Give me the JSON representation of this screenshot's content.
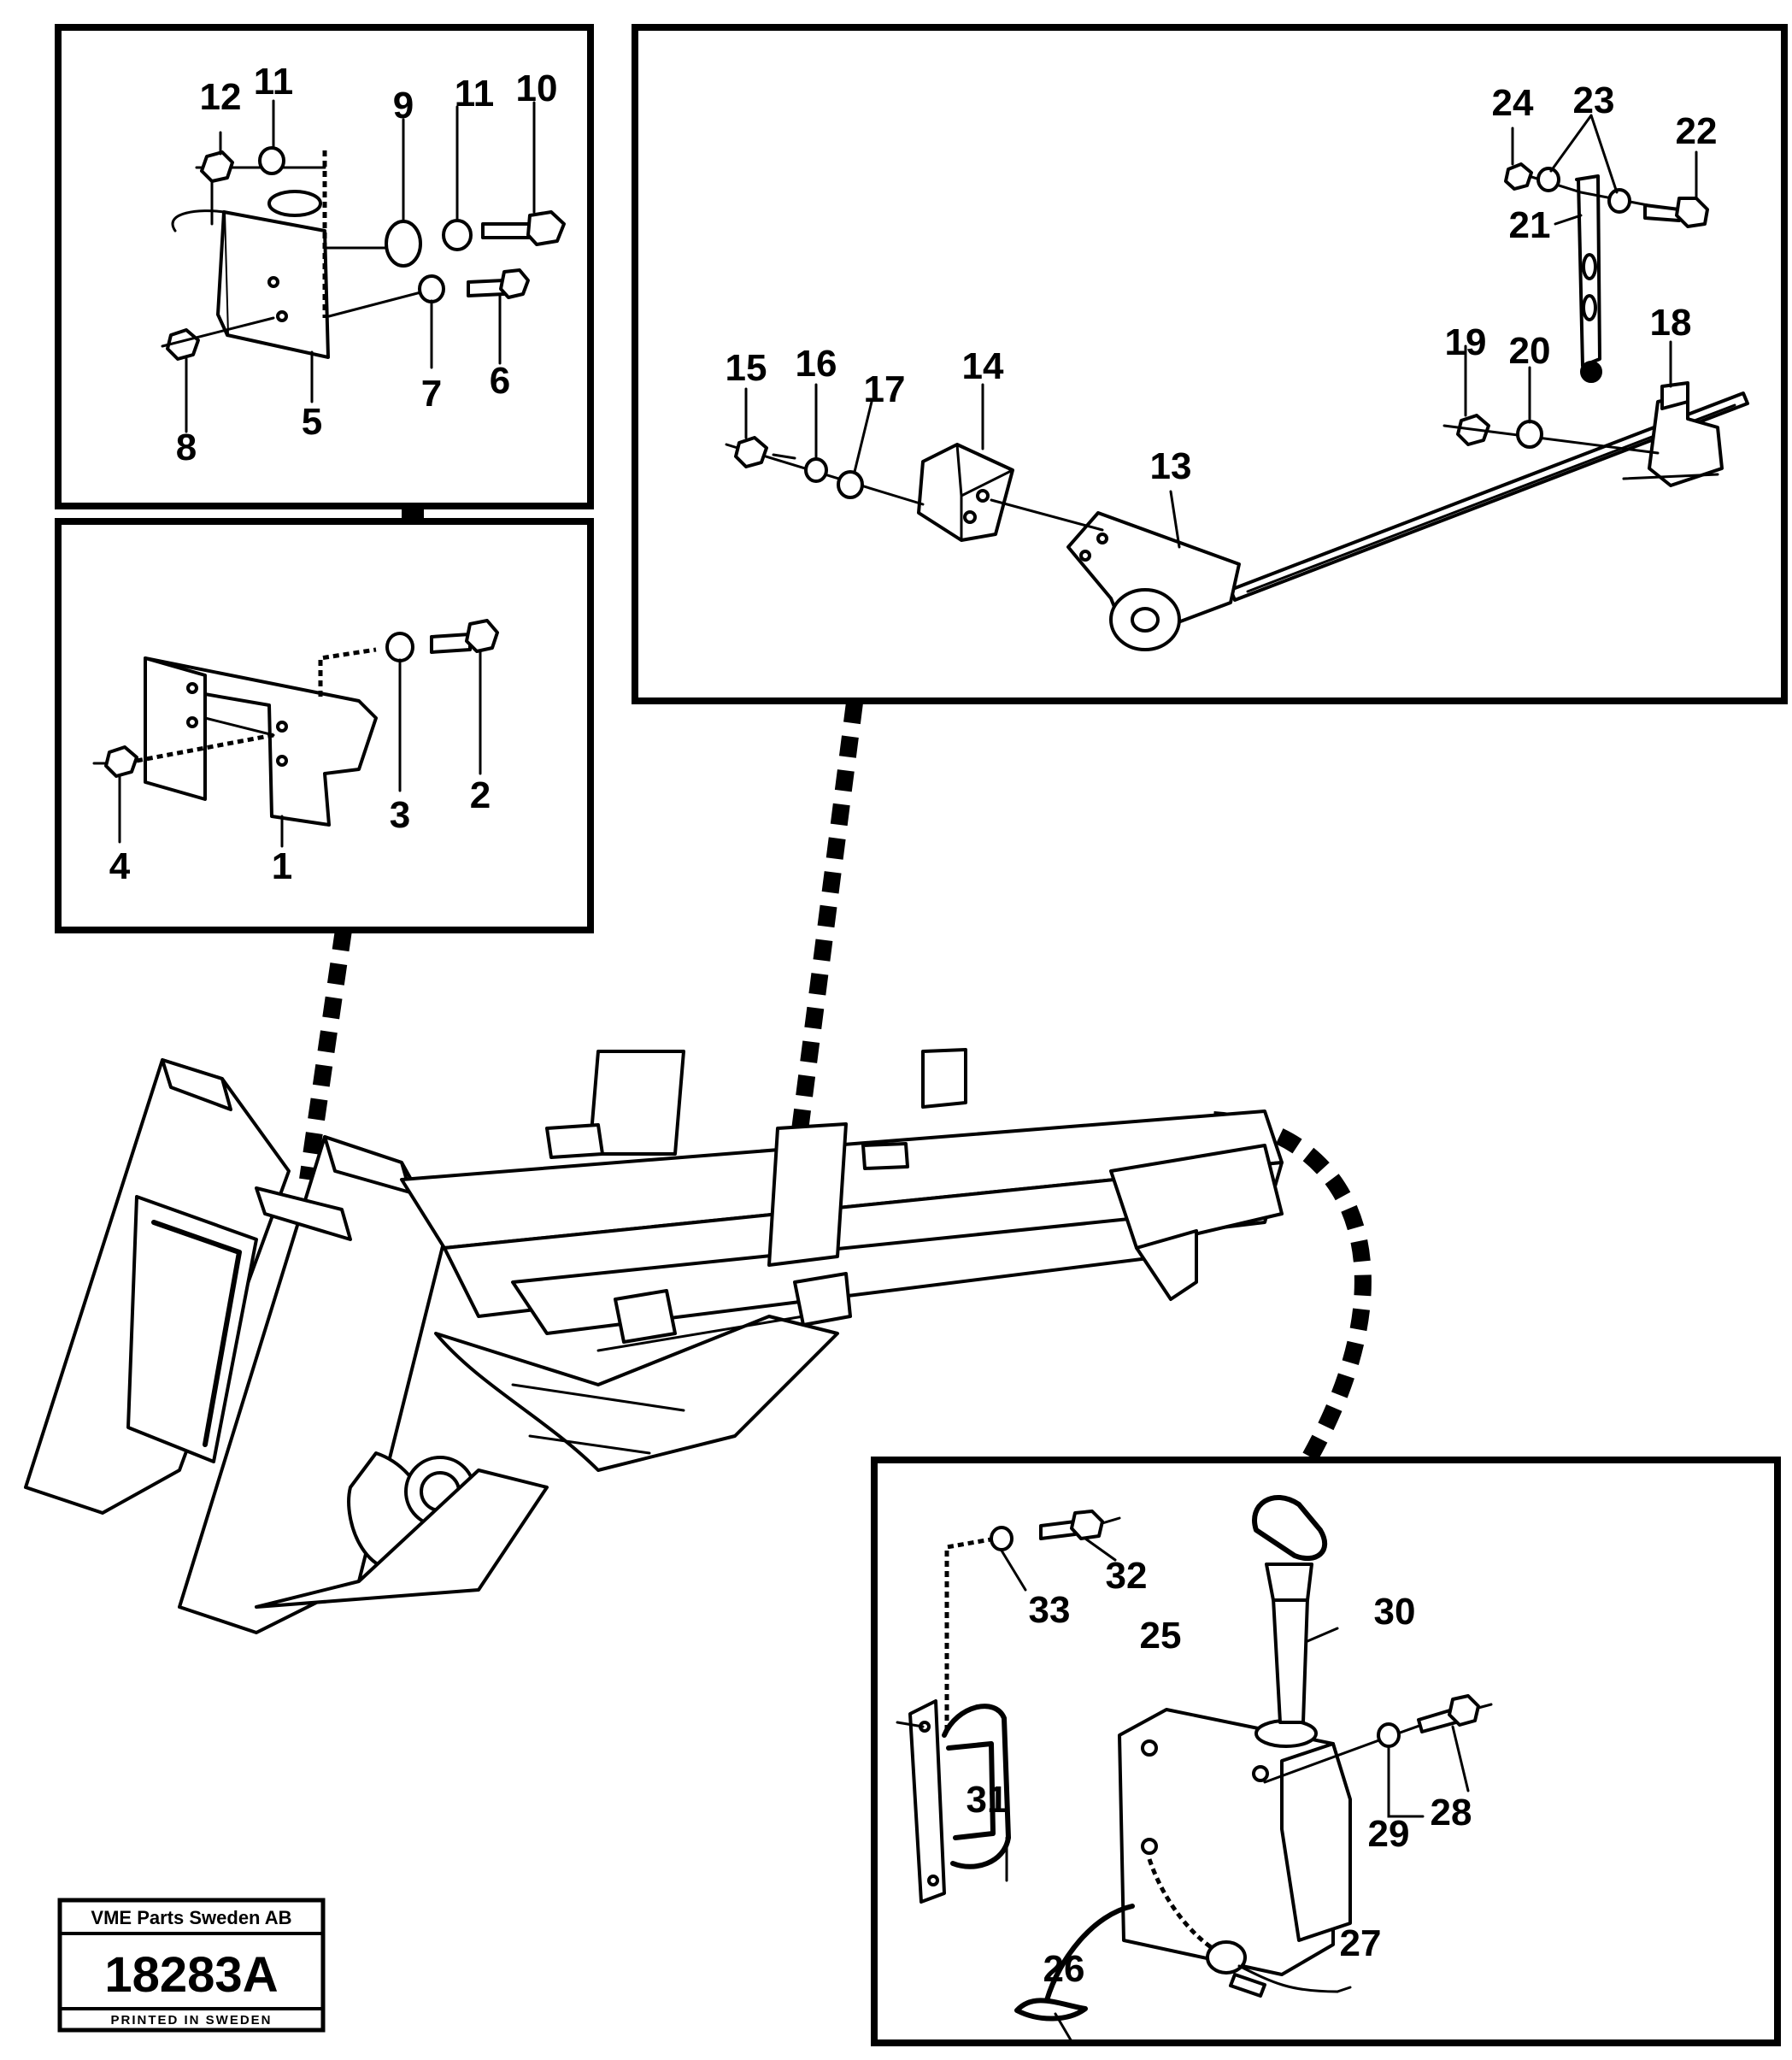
{
  "figure": {
    "stamp": {
      "company": "VME Parts Sweden AB",
      "drawing_number": "18283A",
      "printed": "PRINTED IN SWEDEN"
    },
    "panels": {
      "top_left": {
        "callouts": [
          "12",
          "11",
          "9",
          "11",
          "10",
          "8",
          "5",
          "7",
          "6"
        ]
      },
      "middle_left": {
        "callouts": [
          "4",
          "1",
          "3",
          "2"
        ]
      },
      "top_right": {
        "callouts": [
          "24",
          "23",
          "22",
          "21",
          "15",
          "16",
          "17",
          "14",
          "13",
          "19",
          "20",
          "18"
        ]
      },
      "bottom_right": {
        "callouts": [
          "32",
          "33",
          "25",
          "30",
          "31",
          "29",
          "28",
          "26",
          "27"
        ]
      }
    }
  }
}
